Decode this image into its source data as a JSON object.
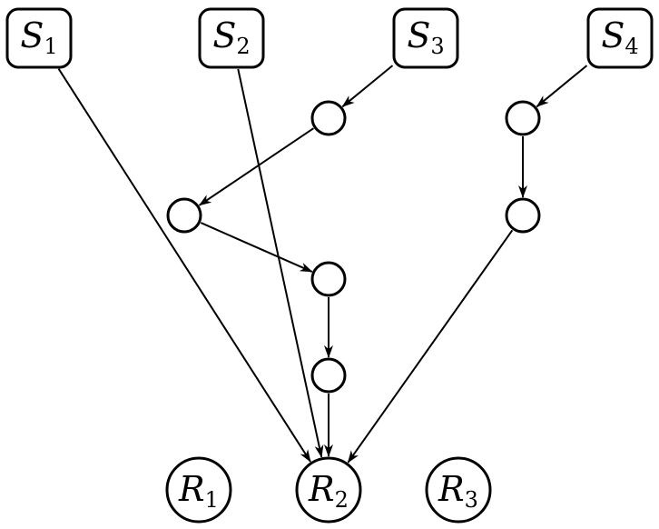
{
  "diagram": {
    "sources": [
      {
        "id": "s1",
        "base": "S",
        "sub": "1"
      },
      {
        "id": "s2",
        "base": "S",
        "sub": "2"
      },
      {
        "id": "s3",
        "base": "S",
        "sub": "3"
      },
      {
        "id": "s4",
        "base": "S",
        "sub": "4"
      }
    ],
    "receivers": [
      {
        "id": "r1",
        "base": "R",
        "sub": "1"
      },
      {
        "id": "r2",
        "base": "R",
        "sub": "2"
      },
      {
        "id": "r3",
        "base": "R",
        "sub": "3"
      }
    ],
    "intermediate_nodes": [
      "a",
      "b",
      "c",
      "d",
      "e",
      "f"
    ],
    "edges": [
      {
        "from": "s1",
        "to": "r2"
      },
      {
        "from": "s2",
        "to": "r2"
      },
      {
        "from": "s3",
        "to": "a"
      },
      {
        "from": "a",
        "to": "c"
      },
      {
        "from": "c",
        "to": "d"
      },
      {
        "from": "d",
        "to": "e"
      },
      {
        "from": "e",
        "to": "r2"
      },
      {
        "from": "s4",
        "to": "b"
      },
      {
        "from": "b",
        "to": "f"
      },
      {
        "from": "f",
        "to": "r2"
      }
    ]
  }
}
